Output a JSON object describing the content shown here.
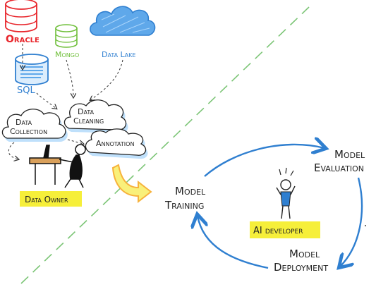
{
  "sources": {
    "oracle": "Oracle",
    "mongo": "Mongo",
    "datalake": "Data Lake",
    "sql": "SQL"
  },
  "steps": {
    "data_collection": [
      "Data",
      "Collection"
    ],
    "data_cleaning": [
      "Data",
      "Cleaning"
    ],
    "annotation": "Annotation"
  },
  "roles": {
    "data_owner": "Data Owner",
    "ai_developer": "AI developer"
  },
  "cycle": {
    "model_training": [
      "Model",
      "Training"
    ],
    "model_evaluation": [
      "Model",
      "Evaluation"
    ],
    "model_deployment": [
      "Model",
      "Deployment"
    ]
  },
  "colors": {
    "oracle": "#e8242a",
    "mongo": "#6fbf3a",
    "datalake": "#2f7fd0",
    "sql": "#2f7fd0",
    "cycle_arrow": "#2f7fd0",
    "label_highlight": "#f6ef3a",
    "cloud_shadow": "#bfe0fb",
    "divider": "#7cc576",
    "handoff_arrow": "#f7b23b"
  }
}
